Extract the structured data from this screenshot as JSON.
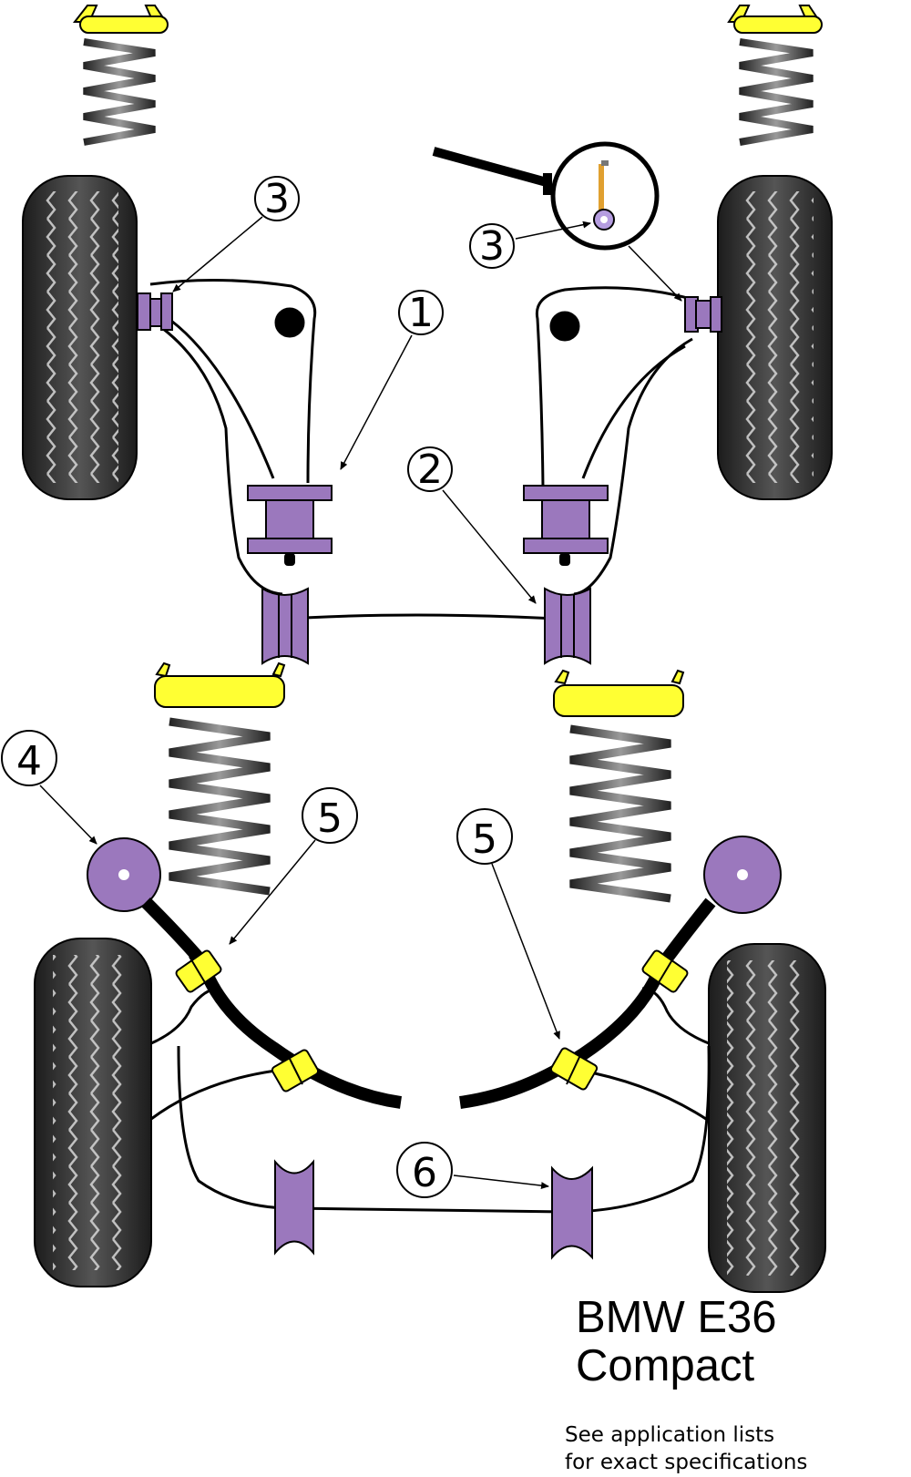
{
  "callouts": {
    "front_lower_arm_rear_bush": "1",
    "front_anti_roll_bar_bush": "2",
    "front_wishbone_front_bush_left": "3",
    "front_wishbone_front_bush_right": "3",
    "rear_shock_top_mount": "4",
    "rear_anti_roll_bar_bush_left": "5",
    "rear_anti_roll_bar_bush_right": "5",
    "rear_subframe_bush": "6"
  },
  "title": {
    "line1": "BMW E36",
    "line2": "Compact"
  },
  "note": {
    "line1": "See application lists",
    "line2": "for exact specifications"
  },
  "colors": {
    "bush_purple": "#9b78bd",
    "mount_yellow": "#ffff33",
    "tyre_dark": "#2e2e2e",
    "outline": "#000000"
  }
}
